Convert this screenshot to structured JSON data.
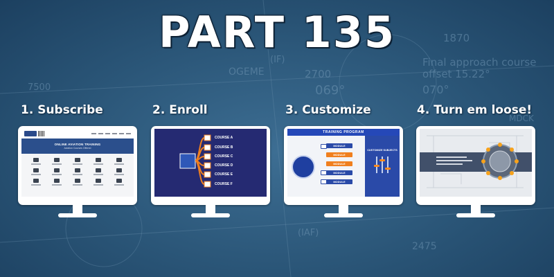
{
  "title": "PART 135",
  "steps": [
    {
      "label": "1. Subscribe"
    },
    {
      "label": "2. Enroll"
    },
    {
      "label": "3. Customize"
    },
    {
      "label": "4. Turn em loose!"
    }
  ],
  "screens": {
    "subscribe": {
      "hero_title": "ONLINE AVIATION TRAINING",
      "hero_subtitle": "Aviation Courses Offered"
    },
    "enroll": {
      "courses": [
        "COURSE A",
        "COURSE B",
        "COURSE C",
        "COURSE D",
        "COURSE E",
        "COURSE F"
      ]
    },
    "customize": {
      "header": "TRAINING PROGRAM",
      "modules": [
        "MODULE",
        "MODULE",
        "MODULE",
        "MODULE",
        "MODULE"
      ],
      "right_title": "CUSTOMIZE SUBJECTS"
    }
  },
  "background": {
    "readouts": [
      "1870",
      "Final approach course",
      "offset 15.22°",
      "070°",
      "2700",
      "069°",
      "7500",
      "OGEME",
      "(IF)",
      "(IAF)",
      "MDCK",
      "2475"
    ]
  },
  "colors": {
    "background": "#2a5577",
    "enroll_screen": "#252a72",
    "accent_orange": "#f07f1e",
    "brand_blue": "#2548b8"
  }
}
